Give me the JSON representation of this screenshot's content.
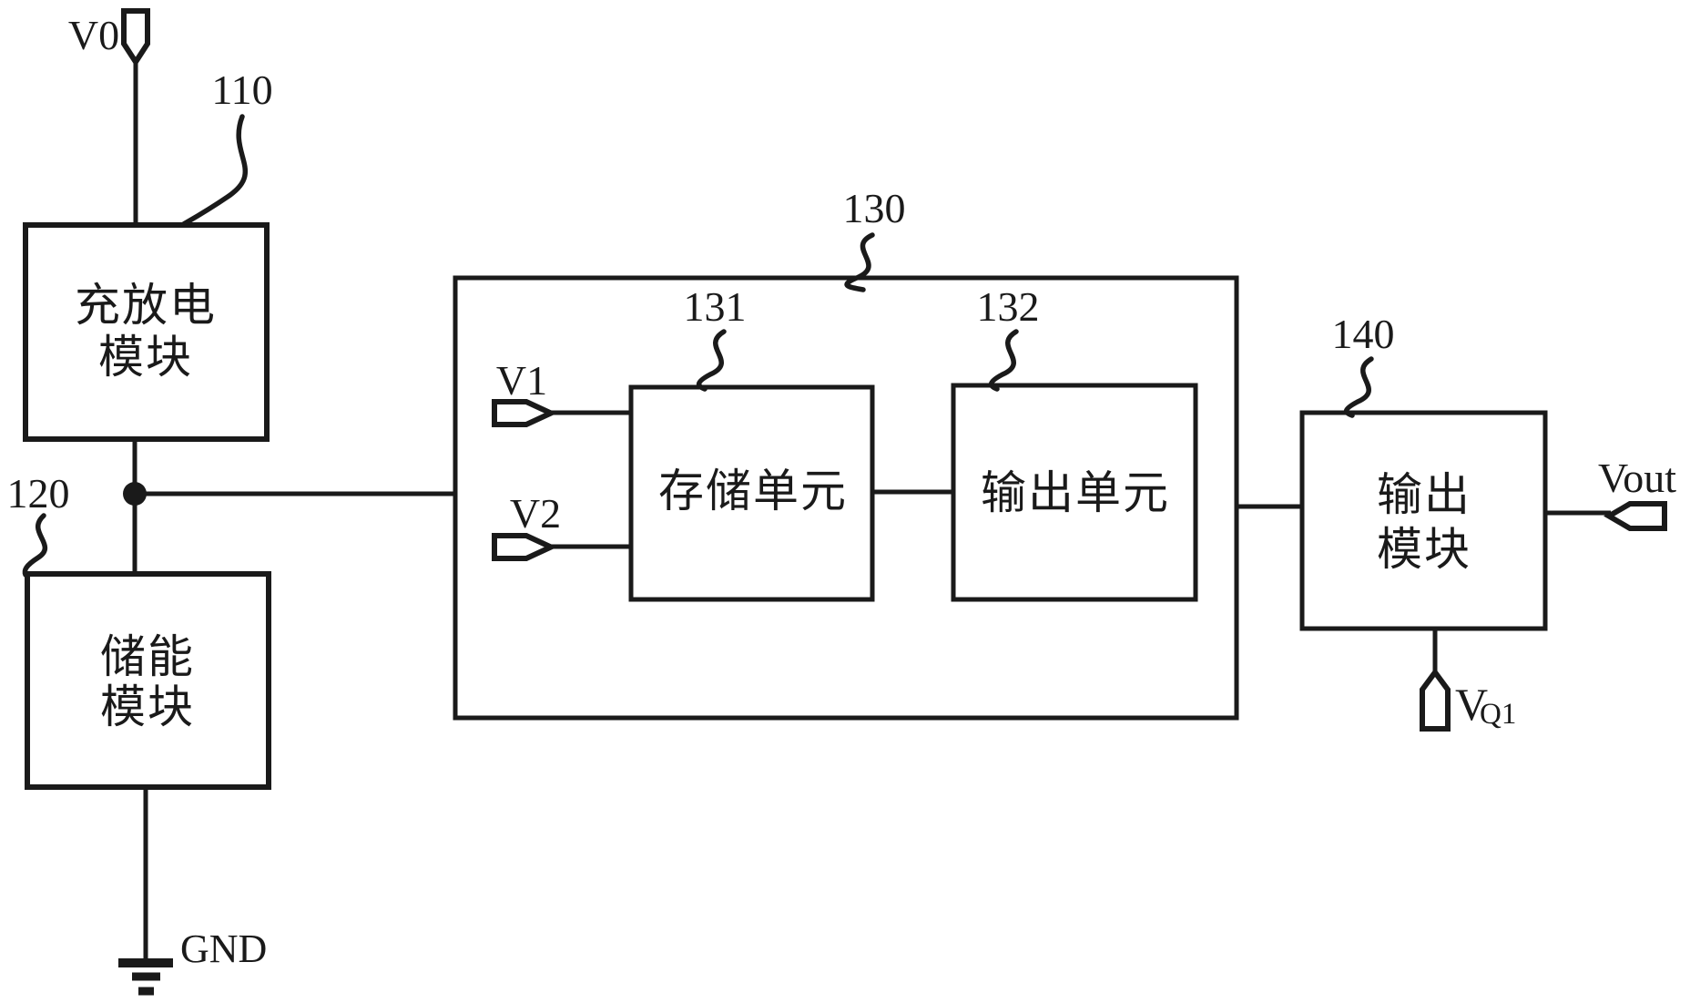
{
  "figure": {
    "background": "#ffffff",
    "line_color": "#1a1a1a",
    "terminals": {
      "v0": {
        "label": "V0"
      },
      "v1": {
        "label": "V1"
      },
      "v2": {
        "label": "V2"
      },
      "vout": {
        "label": "Vout"
      },
      "vq1": {
        "label_main": "V",
        "label_sub": "Q1"
      },
      "gnd": {
        "label": "GND"
      }
    },
    "blocks": {
      "charge_discharge_module": {
        "ref": "110",
        "label_line1": "充放电",
        "label_line2": "模块"
      },
      "energy_storage_module": {
        "ref": "120",
        "label_line1": "储能",
        "label_line2": "模块"
      },
      "container": {
        "ref": "130"
      },
      "storage_unit": {
        "ref": "131",
        "label": "存储单元"
      },
      "output_unit": {
        "ref": "132",
        "label": "输出单元"
      },
      "output_module": {
        "ref": "140",
        "label_line1": "输出",
        "label_line2": "模块"
      }
    }
  }
}
